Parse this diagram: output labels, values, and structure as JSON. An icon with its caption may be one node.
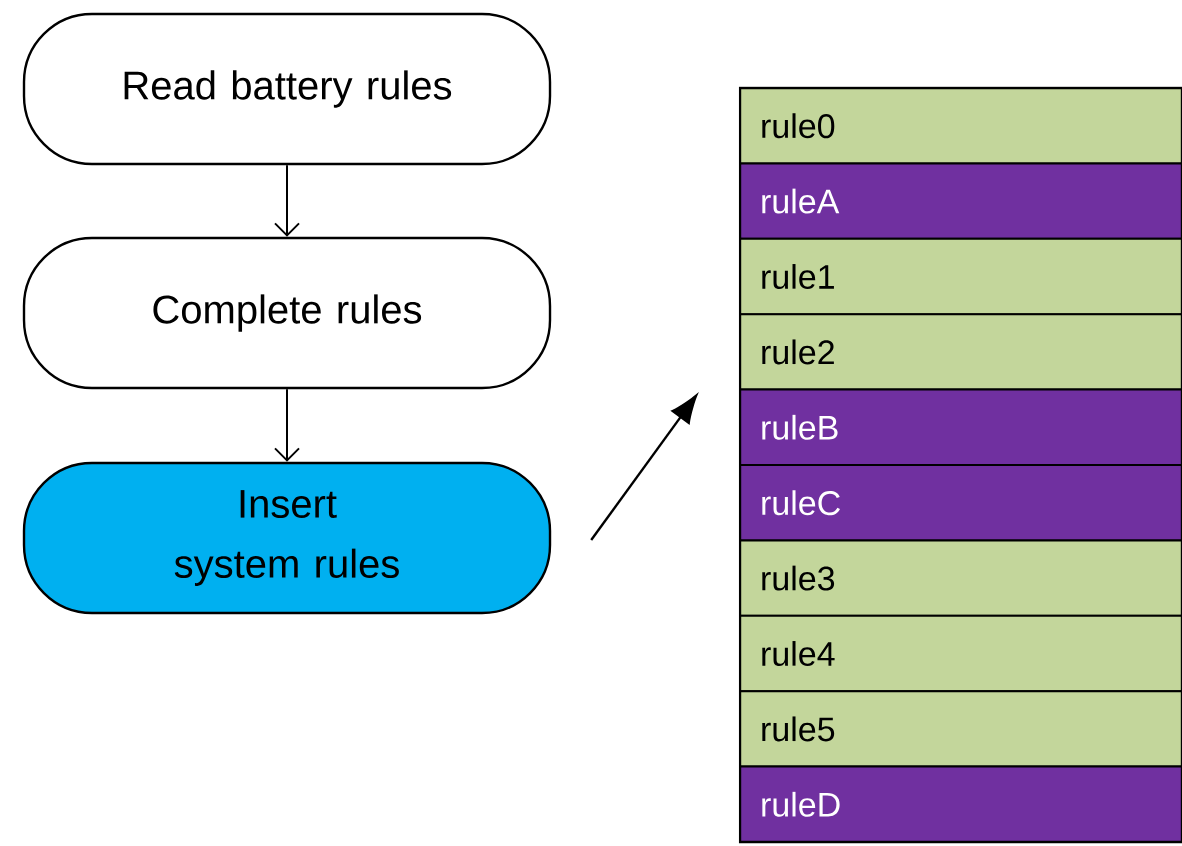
{
  "diagram": {
    "nodes": [
      {
        "text": [
          "Read battery rules"
        ]
      },
      {
        "text": [
          "Complete rules"
        ]
      },
      {
        "text": [
          "Insert system rules"
        ]
      },
      {
        "text": [],
        "shape": "box"
      },
      {
        "text": [
          "rule0"
        ],
        "in": 3
      },
      {
        "text": [
          "ruleA"
        ],
        "in": 3
      },
      {
        "text": [
          "rule1"
        ],
        "in": 3
      },
      {
        "text": [
          "rule2"
        ],
        "in": 3
      },
      {
        "text": [
          "ruleB"
        ],
        "in": 3
      },
      {
        "text": [
          "ruleC"
        ],
        "in": 3
      },
      {
        "text": [
          "rule3"
        ],
        "in": 3
      },
      {
        "text": [
          "rule4"
        ],
        "in": 3
      },
      {
        "text": [
          "rule5"
        ],
        "in": 3
      },
      {
        "text": [
          "ruleD"
        ],
        "in": 3
      }
    ],
    "edges": [
      {
        "from": 0,
        "to": 1,
        "arrow": "to"
      },
      {
        "from": 1,
        "to": 2,
        "arrow": "to"
      },
      {
        "from": 2,
        "to": 3,
        "arrow": "to"
      }
    ]
  }
}
